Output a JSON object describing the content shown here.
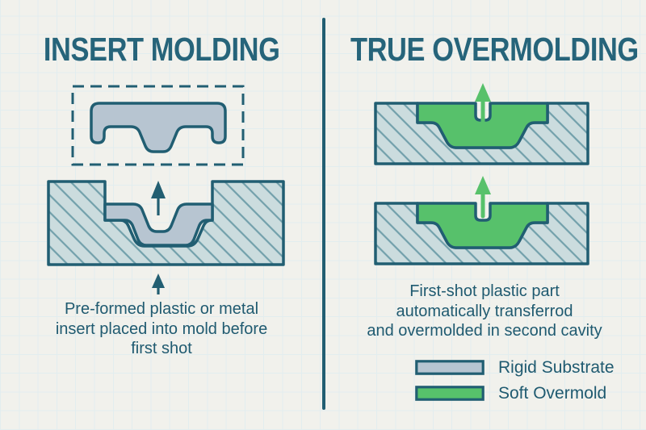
{
  "palette": {
    "background": "#f1f1ec",
    "grid_line": "#e2edef",
    "ink": "#215e72",
    "title_color": "#26647a",
    "caption_color": "#1f5a70",
    "substrate_fill": "#b7c5d1",
    "mold_fill": "#cbdcde",
    "hatch_line": "#72a0ab",
    "overmold_fill": "#57c16b"
  },
  "left_panel": {
    "title": "INSERT MOLDING",
    "caption_lines": [
      "Pre-formed plastic or metal",
      "insert placed into mold before",
      "first shot"
    ]
  },
  "right_panel": {
    "title": "TRUE OVERMOLDING",
    "caption_lines": [
      "First-shot plastic part",
      "automatically transferrod",
      "and overmolded in second cavity"
    ],
    "legend": {
      "items": [
        {
          "label": "Rigid Substrate",
          "swatch": "substrate"
        },
        {
          "label": "Soft Overmold",
          "swatch": "overmold"
        }
      ]
    }
  }
}
